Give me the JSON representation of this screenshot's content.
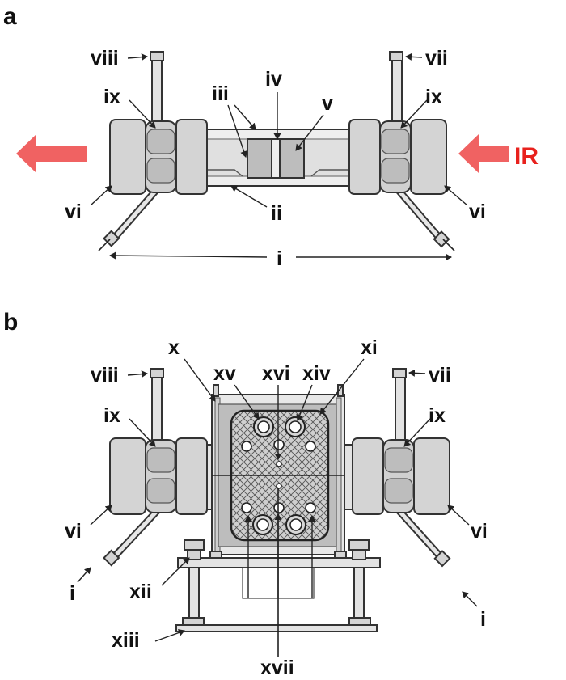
{
  "panels": {
    "a": "a",
    "b": "b"
  },
  "labels": {
    "i": "i",
    "ii": "ii",
    "iii": "iii",
    "iv": "iv",
    "v": "v",
    "vi": "vi",
    "vii": "vii",
    "viii": "viii",
    "ix": "ix",
    "x": "x",
    "xi": "xi",
    "xii": "xii",
    "xiii": "xiii",
    "xiv": "xiv",
    "xv": "xv",
    "xvi": "xvi",
    "xvii": "xvii"
  },
  "beam_label": "IR",
  "colors": {
    "beam_arrow": "#f06262",
    "beam_text": "#e8211d",
    "part_fill": "#d4d4d4",
    "window_fill": "#bdbdbd",
    "tube_fill": "#e6e6e6",
    "mesh_fill": "#c9c9c9",
    "line": "#222222"
  },
  "icons": [
    "arrow-left-icon",
    "arrow-left-icon"
  ]
}
